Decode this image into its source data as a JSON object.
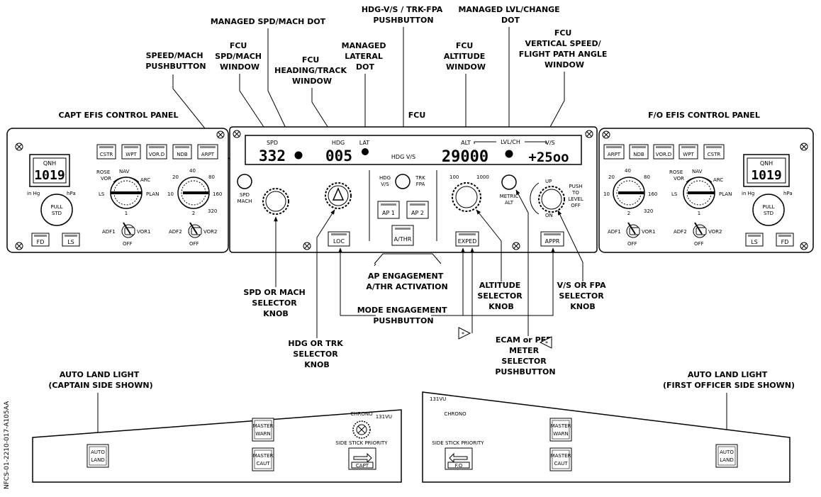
{
  "side_code": "NFCS-01-2210-017-A105AA",
  "labels": {
    "speed_mach_pb": [
      "SPEED/MACH",
      "PUSHBUTTON"
    ],
    "managed_spd_dot": [
      "MANAGED SPD/MACH DOT"
    ],
    "fcu_spd_window": [
      "FCU",
      "SPD/MACH",
      "WINDOW"
    ],
    "fcu_hdg_window": [
      "FCU",
      "HEADING/TRACK",
      "WINDOW"
    ],
    "managed_lat_dot": [
      "MANAGED",
      "LATERAL",
      "DOT"
    ],
    "hdg_vs_trk_fpa_pb": [
      "HDG-V/S / TRK-FPA",
      "PUSHBUTTON"
    ],
    "fcu_alt_window": [
      "FCU",
      "ALTITUDE",
      "WINDOW"
    ],
    "managed_lvl_dot": [
      "MANAGED LVL/CHANGE",
      "DOT"
    ],
    "fcu_vs_window": [
      "FCU",
      "VERTICAL SPEED/",
      "FLIGHT PATH ANGLE",
      "WINDOW"
    ],
    "capt_efis": "CAPT EFIS CONTROL PANEL",
    "fcu": "FCU",
    "fo_efis": "F/O EFIS CONTROL PANEL",
    "spd_selector_knob": [
      "SPD OR MACH",
      "SELECTOR",
      "KNOB"
    ],
    "hdg_selector_knob": [
      "HDG OR TRK",
      "SELECTOR",
      "KNOB"
    ],
    "ap_engagement": [
      "AP ENGAGEMENT",
      "A/THR ACTIVATION"
    ],
    "mode_engagement": [
      "MODE ENGAGEMENT",
      "PUSHBUTTON"
    ],
    "alt_selector_knob": [
      "ALTITUDE",
      "SELECTOR",
      "KNOB"
    ],
    "vs_selector_knob": [
      "V/S OR FPA",
      "SELECTOR",
      "KNOB"
    ],
    "meter_pb": [
      "ECAM or PFD",
      "METER",
      "SELECTOR",
      "PUSHBUTTON"
    ],
    "auto_land_capt": [
      "AUTO LAND LIGHT",
      "(CAPTAIN SIDE SHOWN)"
    ],
    "auto_land_fo": [
      "AUTO LAND LIGHT",
      "(FIRST OFFICER SIDE SHOWN)"
    ]
  },
  "fcu": {
    "spd_label": "SPD",
    "spd_value": "332",
    "hdg_label": "HDG",
    "hdg_value": "005",
    "lat_label": "LAT",
    "mode_label": "HDG V/S",
    "alt_label": "ALT",
    "lvl_ch_label": "LVL/CH",
    "alt_value": "29000",
    "vs_label": "V/S",
    "vs_value": "+25oo",
    "spd_mach_btn": [
      "SPD",
      "MACH"
    ],
    "hdg_vs": [
      "HDG",
      "V/S"
    ],
    "trk_fpa": [
      "TRK",
      "FPA"
    ],
    "ap1": "AP 1",
    "ap2": "AP 2",
    "athr": "A/THR",
    "loc": "LOC",
    "exped": "EXPED",
    "appr": "APPR",
    "alt_100": "100",
    "alt_1000": "1000",
    "metric_alt": [
      "METRIC",
      "ALT"
    ],
    "up": "UP",
    "on": "ON",
    "push_to_level_off": [
      "PUSH",
      "TO",
      "LEVEL",
      "OFF"
    ]
  },
  "efis": {
    "buttons_capt": [
      "CSTR",
      "WPT",
      "VOR.D",
      "NDB",
      "ARPT"
    ],
    "buttons_fo": [
      "ARPT",
      "NDB",
      "VOR.D",
      "WPT",
      "CSTR"
    ],
    "qnh_label": "QNH",
    "qnh_value": "1019",
    "in_hg": "in Hg",
    "hpa": "hPa",
    "pull_std": [
      "PULL",
      "STD"
    ],
    "modes": [
      "ROSE",
      "VOR",
      "NAV",
      "ARC",
      "LS",
      "PLAN"
    ],
    "ranges": [
      "20",
      "40",
      "80",
      "10",
      "160",
      "320"
    ],
    "fd": "FD",
    "ls": "LS",
    "adf1": "ADF1",
    "vor1": "VOR1",
    "adf2": "ADF2",
    "vor2": "VOR2",
    "off": "OFF",
    "one": "1",
    "two": "2"
  },
  "glareshield": {
    "capt_id": "131VU",
    "fo_id": "131VU",
    "chrono": "CHRONO",
    "master_warn": [
      "MASTER",
      "WARN"
    ],
    "master_caut": [
      "MASTER",
      "CAUT"
    ],
    "side_stick_priority": "SIDE STICK PRIORITY",
    "capt": "CAPT",
    "fo": "F.O",
    "auto_land": [
      "AUTO",
      "LAND"
    ]
  }
}
